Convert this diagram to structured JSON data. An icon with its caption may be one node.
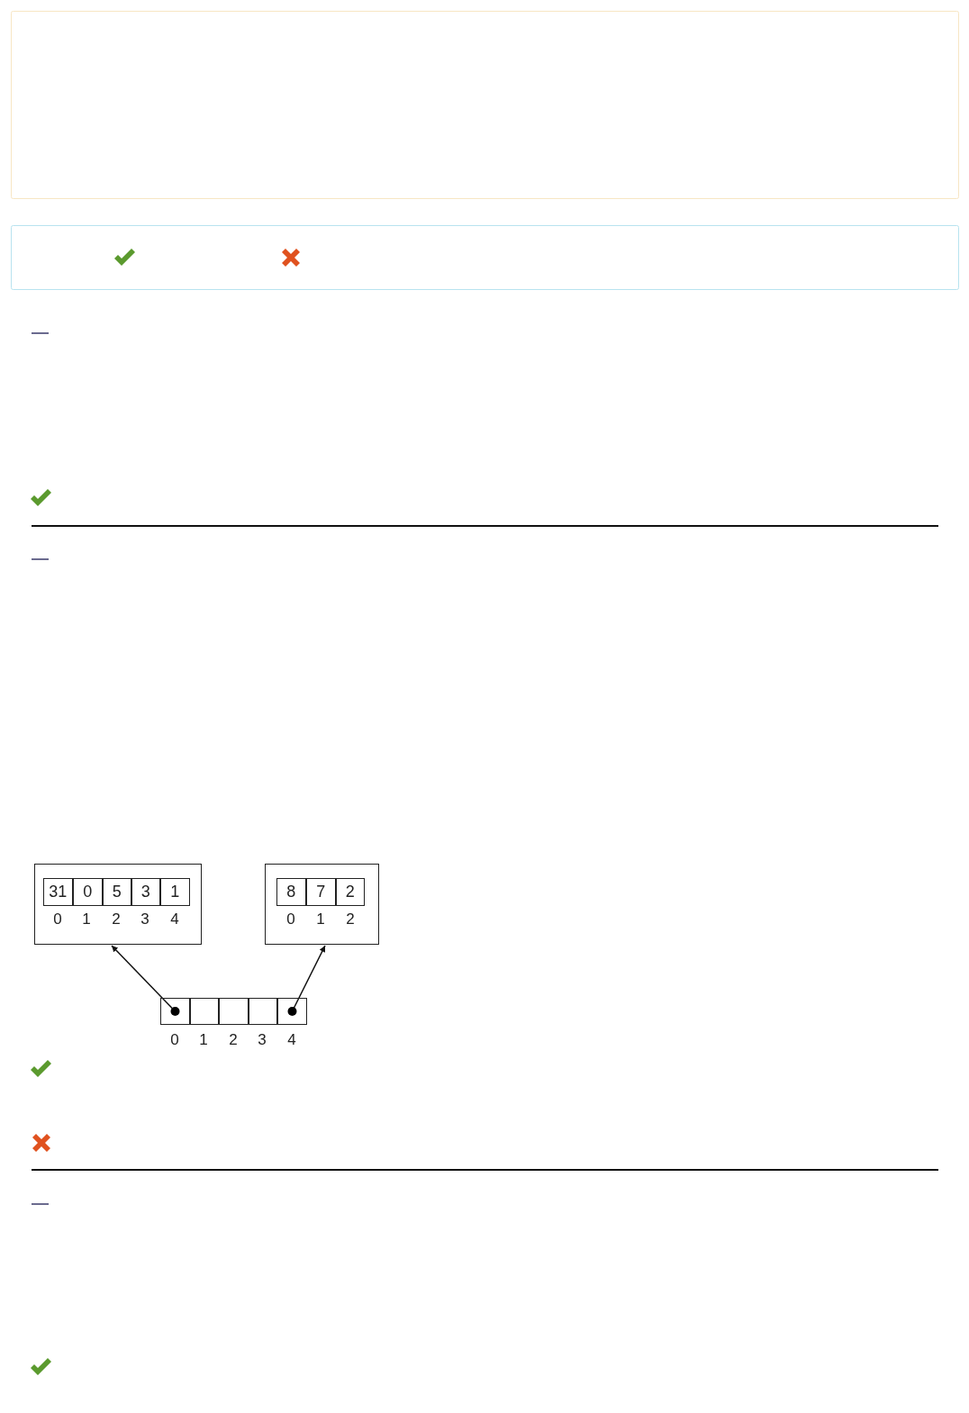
{
  "diagram": {
    "nodes": [
      {
        "text": [],
        "shape": "box"
      },
      {
        "text": [
          "31"
        ],
        "in": 0
      },
      {
        "text": [
          "0"
        ],
        "in": 0
      },
      {
        "text": [
          "5"
        ],
        "in": 0
      },
      {
        "text": [
          "3"
        ],
        "in": 0
      },
      {
        "text": [
          "1"
        ],
        "in": 0
      },
      {
        "text": [],
        "shape": "box"
      },
      {
        "text": [
          "8"
        ],
        "in": 6
      },
      {
        "text": [
          "7"
        ],
        "in": 6
      },
      {
        "text": [
          "2"
        ],
        "in": 6
      },
      {
        "text": [],
        "shape": "box"
      },
      {
        "text": [],
        "shape": "box"
      },
      {
        "text": [],
        "shape": "box"
      },
      {
        "text": [],
        "shape": "box"
      },
      {
        "text": [],
        "shape": "box"
      }
    ],
    "edges": [
      {
        "from": 10,
        "to": 0,
        "arrow": "to"
      },
      {
        "from": 14,
        "to": 6,
        "arrow": "to"
      }
    ],
    "labels": [
      "0",
      "1",
      "2",
      "3",
      "4",
      "0",
      "1",
      "2",
      "0",
      "1",
      "2",
      "3",
      "4"
    ]
  }
}
